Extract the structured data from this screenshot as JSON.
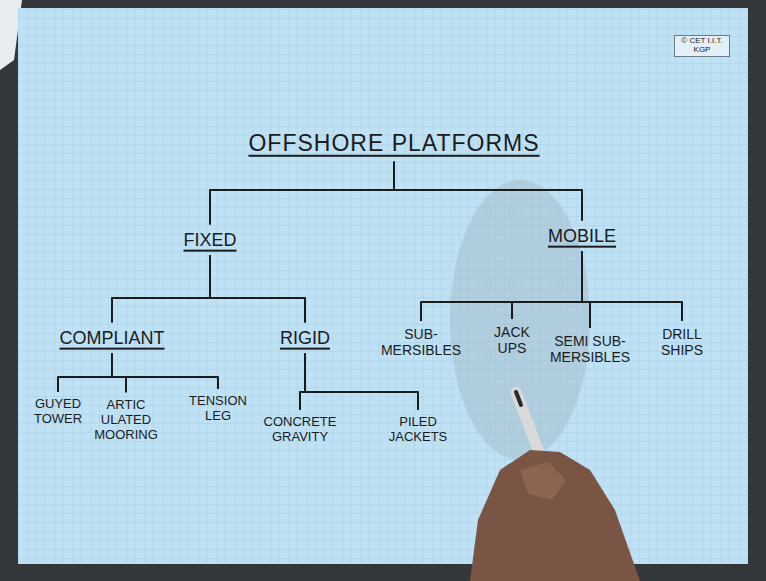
{
  "diagram": {
    "title": "OFFSHORE PLATFORMS",
    "nodes": [
      {
        "text": [
          "FIXED"
        ]
      },
      {
        "text": [
          "MOBILE"
        ]
      },
      {
        "text": [
          "COMPLIANT"
        ]
      },
      {
        "text": [
          "RIGID"
        ]
      },
      {
        "text": [
          "SUB- MERSIBLES"
        ]
      },
      {
        "text": [
          "JACK UPS"
        ]
      },
      {
        "text": [
          "SEMI SUB- MERSIBLES"
        ]
      },
      {
        "text": [
          "DRILL SHIPS"
        ]
      },
      {
        "text": [
          "GUYED TOWER"
        ]
      },
      {
        "text": [
          "ARTIC ULATED MOORING"
        ]
      },
      {
        "text": [
          "TENSION LEG"
        ]
      },
      {
        "text": [
          "CONCRETE GRAVITY"
        ]
      },
      {
        "text": [
          "PILED JACKETS"
        ]
      }
    ],
    "edges": [
      {
        "from": 0,
        "to": 2,
        "arrow": "none"
      },
      {
        "from": 0,
        "to": 3,
        "arrow": "none"
      },
      {
        "from": 1,
        "to": 4,
        "arrow": "none"
      },
      {
        "from": 1,
        "to": 5,
        "arrow": "none"
      },
      {
        "from": 1,
        "to": 6,
        "arrow": "none"
      },
      {
        "from": 1,
        "to": 7,
        "arrow": "none"
      },
      {
        "from": 2,
        "to": 8,
        "arrow": "none"
      },
      {
        "from": 2,
        "to": 9,
        "arrow": "none"
      },
      {
        "from": 2,
        "to": 10,
        "arrow": "none"
      },
      {
        "from": 3,
        "to": 11,
        "arrow": "none"
      },
      {
        "from": 3,
        "to": 12,
        "arrow": "none"
      }
    ],
    "labels": [
      "© CET I.I.T. KGP"
    ]
  }
}
